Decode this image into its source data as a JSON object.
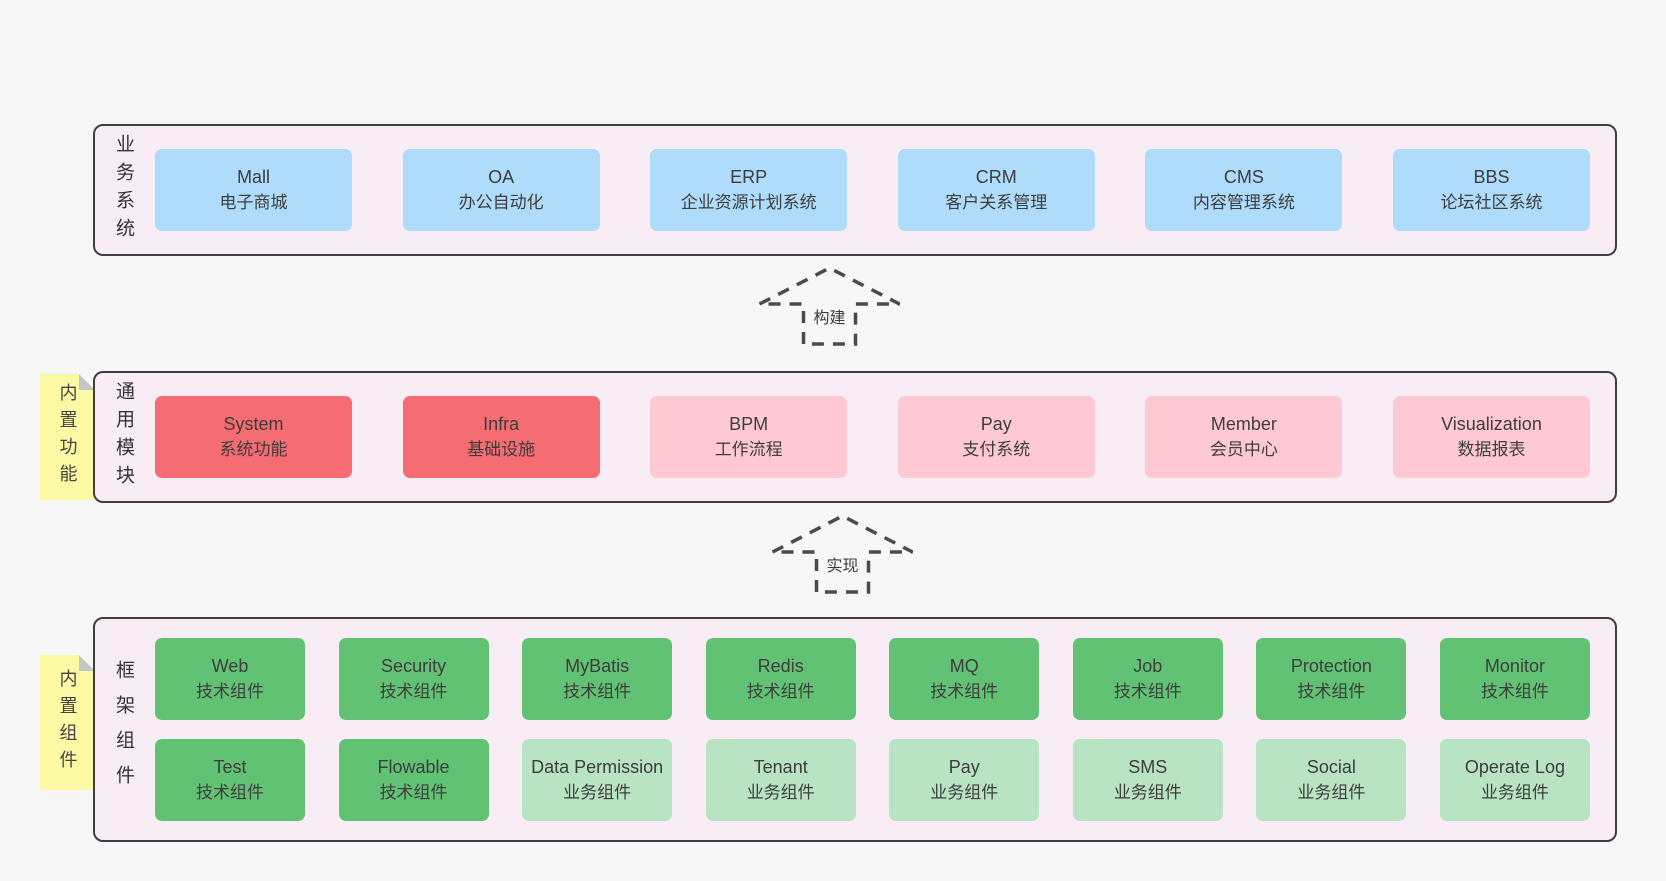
{
  "colors": {
    "page-bg": "#f7f7f7",
    "band-bg": "#f8ecf5",
    "band-border": "#3f3f3f",
    "blue": "#aedcfa",
    "red": "#f56d72",
    "pink": "#ffc9d3",
    "green": "#62c274",
    "green-light": "#b9e4c3",
    "yellow": "#fbf9a3",
    "fold": "#c6c6c6",
    "text": "#3d3d3d"
  },
  "arrows": [
    {
      "id": "build",
      "label": "构建"
    },
    {
      "id": "implement",
      "label": "实现"
    }
  ],
  "sections": [
    {
      "id": "business",
      "label": "业务系统",
      "note": null,
      "rows": [
        [
          {
            "title": "Mall",
            "subtitle": "电子商城",
            "variant": "blue"
          },
          {
            "title": "OA",
            "subtitle": "办公自动化",
            "variant": "blue"
          },
          {
            "title": "ERP",
            "subtitle": "企业资源计划系统",
            "variant": "blue"
          },
          {
            "title": "CRM",
            "subtitle": "客户关系管理",
            "variant": "blue"
          },
          {
            "title": "CMS",
            "subtitle": "内容管理系统",
            "variant": "blue"
          },
          {
            "title": "BBS",
            "subtitle": "论坛社区系统",
            "variant": "blue"
          }
        ]
      ]
    },
    {
      "id": "modules",
      "label": "通用模块",
      "note": "内置功能",
      "rows": [
        [
          {
            "title": "System",
            "subtitle": "系统功能",
            "variant": "red"
          },
          {
            "title": "Infra",
            "subtitle": "基础设施",
            "variant": "red"
          },
          {
            "title": "BPM",
            "subtitle": "工作流程",
            "variant": "pink"
          },
          {
            "title": "Pay",
            "subtitle": "支付系统",
            "variant": "pink"
          },
          {
            "title": "Member",
            "subtitle": "会员中心",
            "variant": "pink"
          },
          {
            "title": "Visualization",
            "subtitle": "数据报表",
            "variant": "pink"
          }
        ]
      ]
    },
    {
      "id": "components",
      "label": "框架组件",
      "note": "内置组件",
      "rows": [
        [
          {
            "title": "Web",
            "subtitle": "技术组件",
            "variant": "green"
          },
          {
            "title": "Security",
            "subtitle": "技术组件",
            "variant": "green"
          },
          {
            "title": "MyBatis",
            "subtitle": "技术组件",
            "variant": "green"
          },
          {
            "title": "Redis",
            "subtitle": "技术组件",
            "variant": "green"
          },
          {
            "title": "MQ",
            "subtitle": "技术组件",
            "variant": "green"
          },
          {
            "title": "Job",
            "subtitle": "技术组件",
            "variant": "green"
          },
          {
            "title": "Protection",
            "subtitle": "技术组件",
            "variant": "green"
          },
          {
            "title": "Monitor",
            "subtitle": "技术组件",
            "variant": "green"
          }
        ],
        [
          {
            "title": "Test",
            "subtitle": "技术组件",
            "variant": "green"
          },
          {
            "title": "Flowable",
            "subtitle": "技术组件",
            "variant": "green"
          },
          {
            "title": "Data Permission",
            "subtitle": "业务组件",
            "variant": "green-light"
          },
          {
            "title": "Tenant",
            "subtitle": "业务组件",
            "variant": "green-light"
          },
          {
            "title": "Pay",
            "subtitle": "业务组件",
            "variant": "green-light"
          },
          {
            "title": "SMS",
            "subtitle": "业务组件",
            "variant": "green-light"
          },
          {
            "title": "Social",
            "subtitle": "业务组件",
            "variant": "green-light"
          },
          {
            "title": "Operate Log",
            "subtitle": "业务组件",
            "variant": "green-light"
          }
        ]
      ]
    }
  ]
}
